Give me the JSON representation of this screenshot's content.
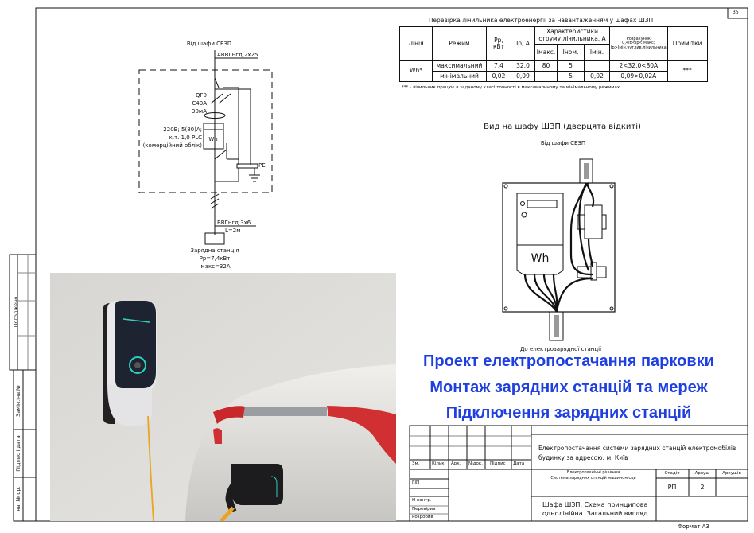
{
  "sheet_number": "35",
  "schematic": {
    "source": "Від шафи СЕЗП",
    "input_cable": "АВВГнгд 2х25",
    "breaker": [
      "QF0",
      "C40A",
      "30мА"
    ],
    "meter_specs": [
      "220В; 5(80)А;",
      "к.т. 1,0 PLC",
      "(комерційний облік)"
    ],
    "meter_symbol": "Wh",
    "pe_label": "PE",
    "output_cable": "ВВГнгд 3х6",
    "output_length": "L=2м",
    "load": [
      "Зарядна станція",
      "Рр=7,4кВт",
      "Імакс=32А"
    ]
  },
  "check_table": {
    "title": "Перевірка лічильника електроенергії за навантаженням у шафах ШЗП",
    "headers": {
      "line": "Лінія",
      "mode": "Режим",
      "pp": "Рр, кВт",
      "ip": "Ір, А",
      "meter_char": "Характеристики струму лічильника, А",
      "imax": "Імакс.",
      "inom": "Іном.",
      "imin": "Імін.",
      "calc": "Розрахунок 0,4Іб<Ір<Імакс; Ір>Імін.чутлив.лічильника",
      "notes": "Примітки"
    },
    "line_name": "Wh*",
    "rows": [
      {
        "mode": "максимальний",
        "pp": "7,4",
        "ip": "32,0",
        "imax": "80",
        "inom": "5",
        "imin": "",
        "calc": "2<32,0<80А"
      },
      {
        "mode": "мінімальний",
        "pp": "0,02",
        "ip": "0,09",
        "imax": "",
        "inom": "5",
        "imin": "0,02",
        "calc": "0,09>0,02А"
      }
    ],
    "notes_value": "***",
    "footnote": "*** - лічильник працює в заданому класі точності в максимальному та мінімальному режимах"
  },
  "cabinet_view": {
    "title": "Вид на шафу ШЗП (дверцята відкиті)",
    "top_label": "Від шафи СЕЗП",
    "meter_label": "Wh",
    "bottom_label": "До електрозарядної станції"
  },
  "headline": [
    "Проект електропостачання парковки",
    "Монтаж зарядних станцій та мереж",
    "Підключення зарядних станцій"
  ],
  "headline_color": "#1f3fe0",
  "side_stamp": {
    "approved": "Погоджено",
    "replaced": "Замін.інв.№",
    "signature": "Підпис і дата",
    "inventory": "Інв. № ор."
  },
  "title_block": {
    "columns": [
      "Зм.",
      "Кільк.",
      "Арк.",
      "№док.",
      "Підпис",
      "Дата"
    ],
    "roles": [
      "ГІП",
      "Н контр.",
      "Перевірив",
      "Розробив"
    ],
    "project": [
      "Електропостачання системи зарядних станцій електромобілів",
      "будинку за адресою: м. Київ"
    ],
    "section": [
      "Електротехнічні рішення",
      "Система зарядних станцій машиномісць"
    ],
    "stage_label": "Стадія",
    "sheet_label": "Аркуш",
    "sheets_label": "Аркушів",
    "stage": "РП",
    "sheet": "2",
    "sheets": "",
    "drawing_title": [
      "Шафа ШЗП. Схема принципова",
      "однолінійна. Загальний вигляд"
    ],
    "format": "Формат А3"
  }
}
